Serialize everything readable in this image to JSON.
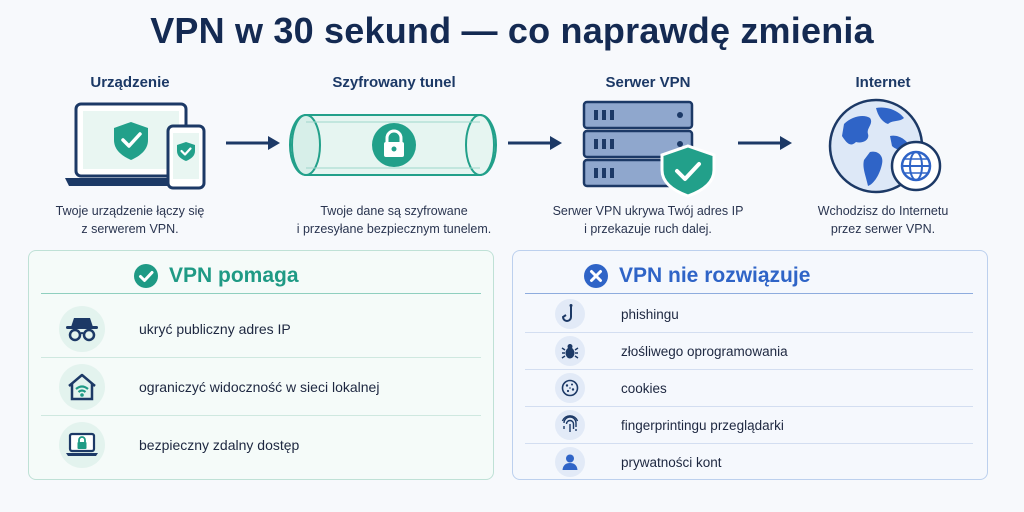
{
  "title": "VPN w 30 sekund — co naprawdę zmienia",
  "flow": [
    {
      "label": "Urządzenie",
      "desc": [
        "Twoje urządzenie łączy się",
        "z serwerem VPN."
      ]
    },
    {
      "label": "Szyfrowany tunel",
      "desc": [
        "Twoje dane są szyfrowane",
        "i przesyłane bezpiecznym tunelem."
      ]
    },
    {
      "label": "Serwer VPN",
      "desc": [
        "Serwer VPN ukrywa Twój adres IP",
        "i przekazuje ruch dalej."
      ]
    },
    {
      "label": "Internet",
      "desc": [
        "Wchodzisz do Internetu",
        "przez serwer VPN."
      ]
    }
  ],
  "helps": {
    "title": "VPN pomaga",
    "items": [
      {
        "icon": "incognito-icon",
        "text": "ukryć publiczny adres IP"
      },
      {
        "icon": "home-wifi-icon",
        "text": "ograniczyć widoczność w sieci lokalnej"
      },
      {
        "icon": "laptop-lock-icon",
        "text": "bezpieczny zdalny dostęp"
      }
    ]
  },
  "not_solves": {
    "title": "VPN nie rozwiązuje",
    "items": [
      {
        "icon": "fishhook-icon",
        "text": "phishingu"
      },
      {
        "icon": "bug-icon",
        "text": "złośliwego oprogramowania"
      },
      {
        "icon": "cookie-icon",
        "text": "cookies"
      },
      {
        "icon": "fingerprint-icon",
        "text": "fingerprintingu przeglądarki"
      },
      {
        "icon": "user-icon",
        "text": "prywatności kont"
      }
    ]
  },
  "colors": {
    "teal": "#1f9a85",
    "navy": "#1c3966",
    "blue": "#2f64c7"
  }
}
